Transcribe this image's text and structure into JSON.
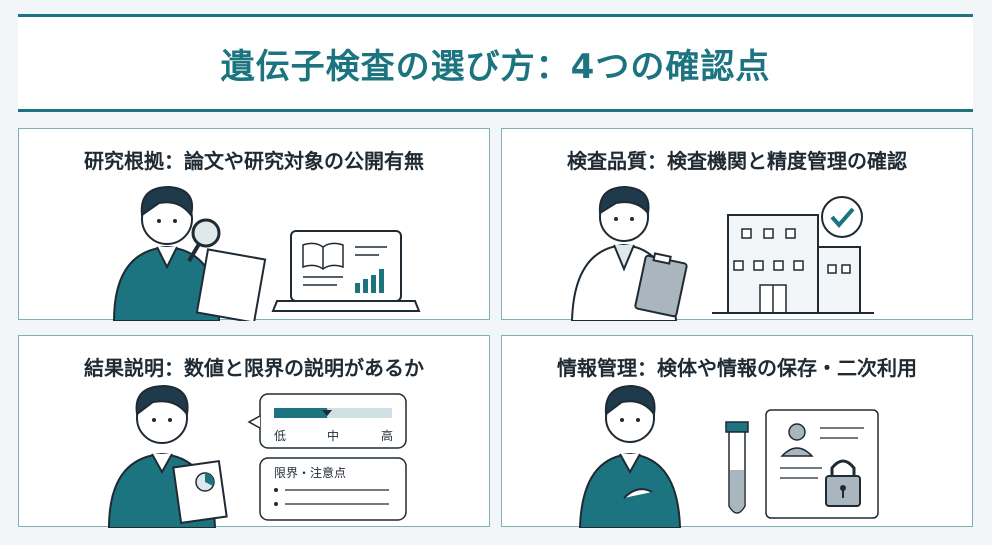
{
  "title": "遺伝子検査の選び方：4つの確認点",
  "cards": [
    {
      "title": "研究根拠：論文や研究対象の公開有無"
    },
    {
      "title": "検査品質：検査機関と精度管理の確認"
    },
    {
      "title": "結果説明：数値と限界の説明があるか",
      "scale": {
        "low": "低",
        "mid": "中",
        "high": "高",
        "value": 0.45
      },
      "note_title": "限界・注意点"
    },
    {
      "title": "情報管理：検体や情報の保存・二次利用"
    }
  ],
  "colors": {
    "accent": "#1c7480",
    "dark": "#1f2a33",
    "border": "#7fb0b8"
  }
}
